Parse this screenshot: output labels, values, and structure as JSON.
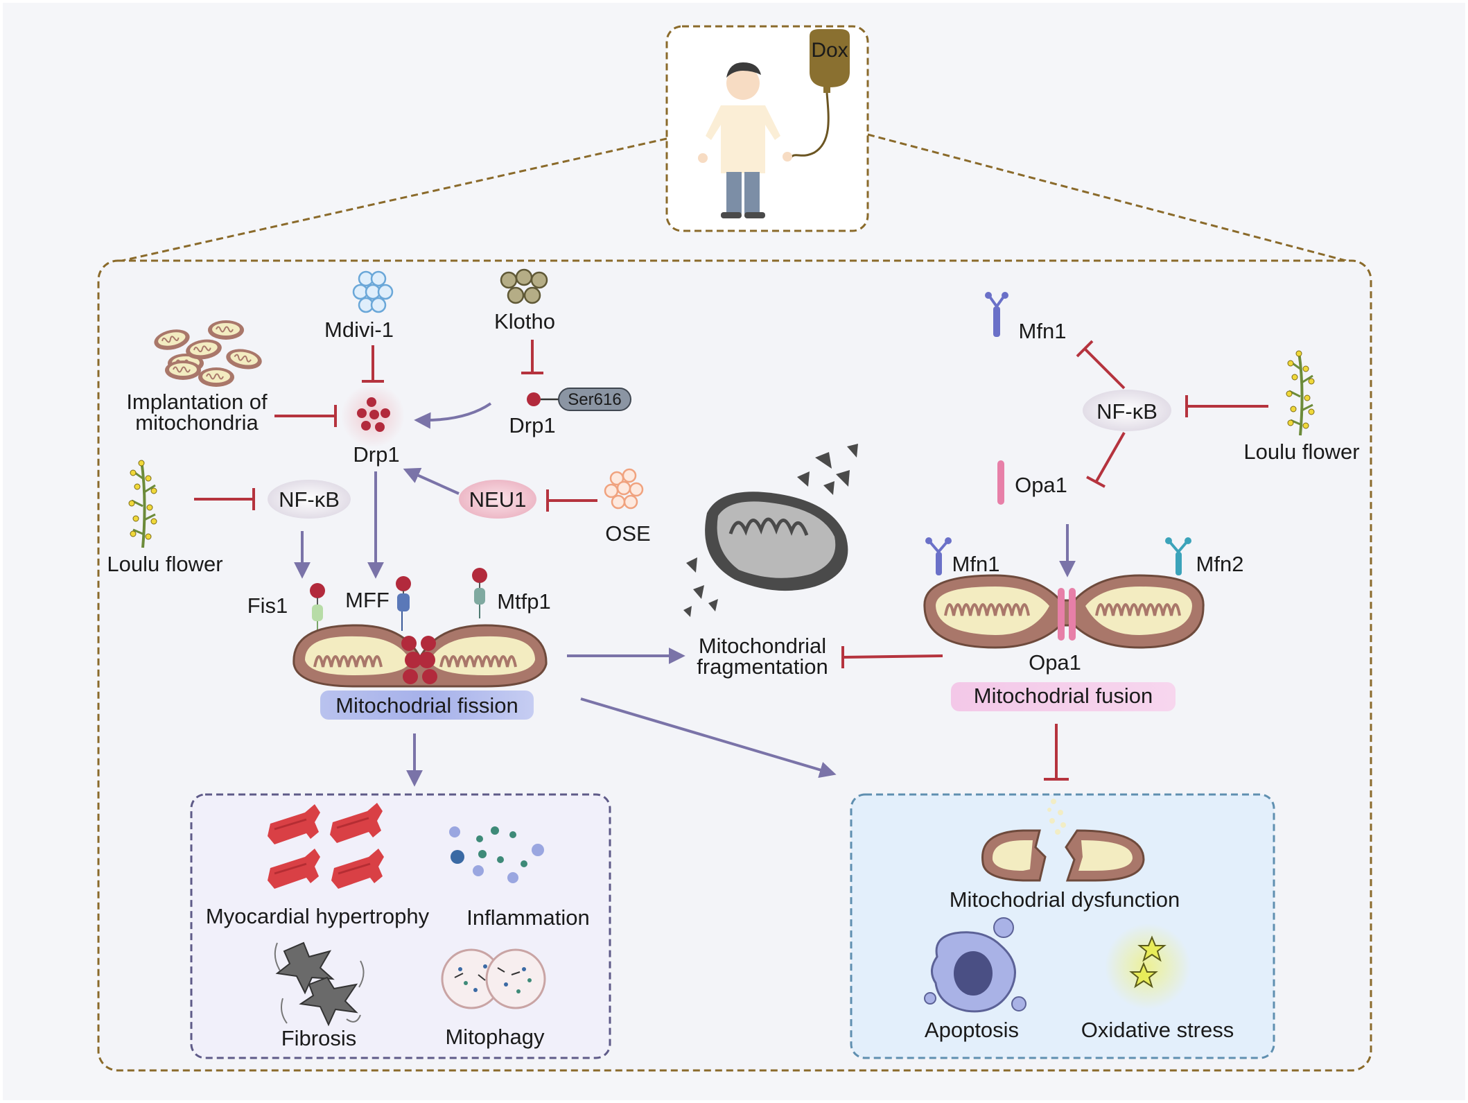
{
  "top": {
    "drug_label": "Dox"
  },
  "left": {
    "mdivi": "Mdivi-1",
    "klotho": "Klotho",
    "implantation_line1": "Implantation of",
    "implantation_line2": "mitochondria",
    "drp1_center": "Drp1",
    "ser616": "Ser616",
    "drp1_phospho": "Drp1",
    "nfkb": "NF-κB",
    "neu1": "NEU1",
    "ose": "OSE",
    "loulu": "Loulu flower",
    "fis1": "Fis1",
    "mff": "MFF",
    "mtfp1": "Mtfp1",
    "fission": "Mitochodrial fission"
  },
  "middle": {
    "frag_line1": "Mitochondrial",
    "frag_line2": "fragmentation"
  },
  "right": {
    "mfn1_top": "Mfn1",
    "nfkb": "NF-κB",
    "loulu": "Loulu flower",
    "opa1_top": "Opa1",
    "mfn1": "Mfn1",
    "mfn2": "Mfn2",
    "opa1_bottom": "Opa1",
    "fusion": "Mitochodrial fusion"
  },
  "bottom_left": {
    "hypertrophy": "Myocardial hypertrophy",
    "inflammation": "Inflammation",
    "fibrosis": "Fibrosis",
    "mitophagy": "Mitophagy"
  },
  "bottom_right": {
    "dysfunction": "Mitochodrial dysfunction",
    "apoptosis": "Apoptosis",
    "oxidative": "Oxidative stress"
  },
  "colors": {
    "activation_arrow": "#7a73a8",
    "inhibition": "#b5333e",
    "dashed_border": "#8a6a2a",
    "drp1_dot": "#b22a3c",
    "mito_outer": "#a9776a",
    "mito_inner": "#f3ecc1"
  }
}
